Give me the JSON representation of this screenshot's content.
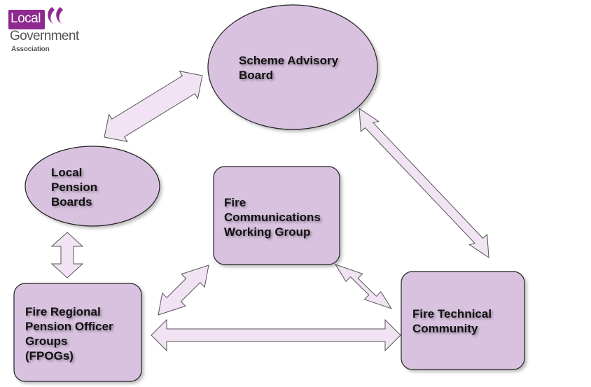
{
  "logo": {
    "line1": "Local",
    "line2": "Government",
    "line3": "Association",
    "brand_color": "#8e2a8f",
    "text_color": "#555555"
  },
  "colors": {
    "node_fill": "#d9c2e0",
    "node_stroke": "#222222",
    "arrow_fill": "#f1e3f3",
    "arrow_stroke": "#555555"
  },
  "nodes": {
    "scheme_advisory_board": "Scheme Advisory\nBoard",
    "local_pension_boards": "Local\nPension\nBoards",
    "fire_comms_group": "Fire\nCommunications\nWorking Group",
    "fire_regional_groups": "Fire Regional\nPension Officer\nGroups\n(FPOGs)",
    "fire_technical_community": "Fire Technical\nCommunity"
  }
}
